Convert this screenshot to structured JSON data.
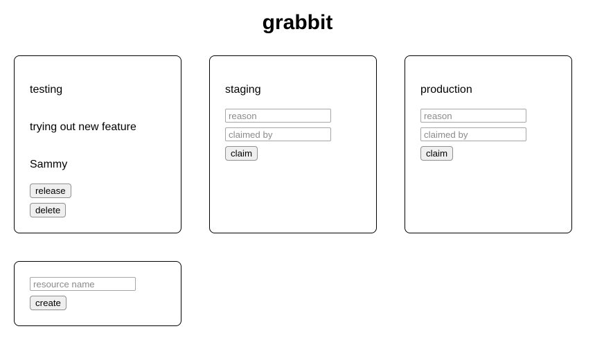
{
  "title": "grabbit",
  "resources": [
    {
      "name": "testing",
      "reason": "trying out new feature",
      "claimed_by": "Sammy",
      "release_button": "release",
      "delete_button": "delete"
    },
    {
      "name": "staging",
      "reason_placeholder": "reason",
      "claimed_by_placeholder": "claimed by",
      "claim_button": "claim"
    },
    {
      "name": "production",
      "reason_placeholder": "reason",
      "claimed_by_placeholder": "claimed by",
      "claim_button": "claim"
    }
  ],
  "create": {
    "name_placeholder": "resource name",
    "create_button": "create"
  },
  "colors": {
    "card_border": "#000000",
    "button_bg": "#efefef",
    "button_border": "#8f8f8f",
    "input_border": "#a6a6a6",
    "placeholder_text": "#8b8b8b"
  }
}
